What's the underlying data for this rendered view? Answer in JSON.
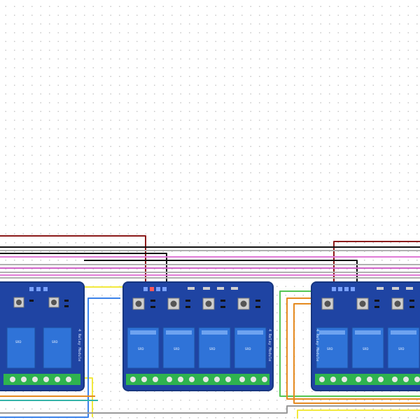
{
  "canvas": {
    "grid": "dotted",
    "background_color": "#ffffff"
  },
  "modules": [
    {
      "label": "4 Relay Module",
      "relay_count": 4
    },
    {
      "label": "4 Relay Module",
      "relay_count": 4
    },
    {
      "label": "4 Relay Module",
      "relay_count": 4
    }
  ],
  "wires": {
    "colors": [
      "#8b1a1a",
      "#111111",
      "#b1b1b1",
      "#e07ad6",
      "#f2e93d",
      "#3b82ea",
      "#53c653",
      "#e58a1f"
    ]
  }
}
